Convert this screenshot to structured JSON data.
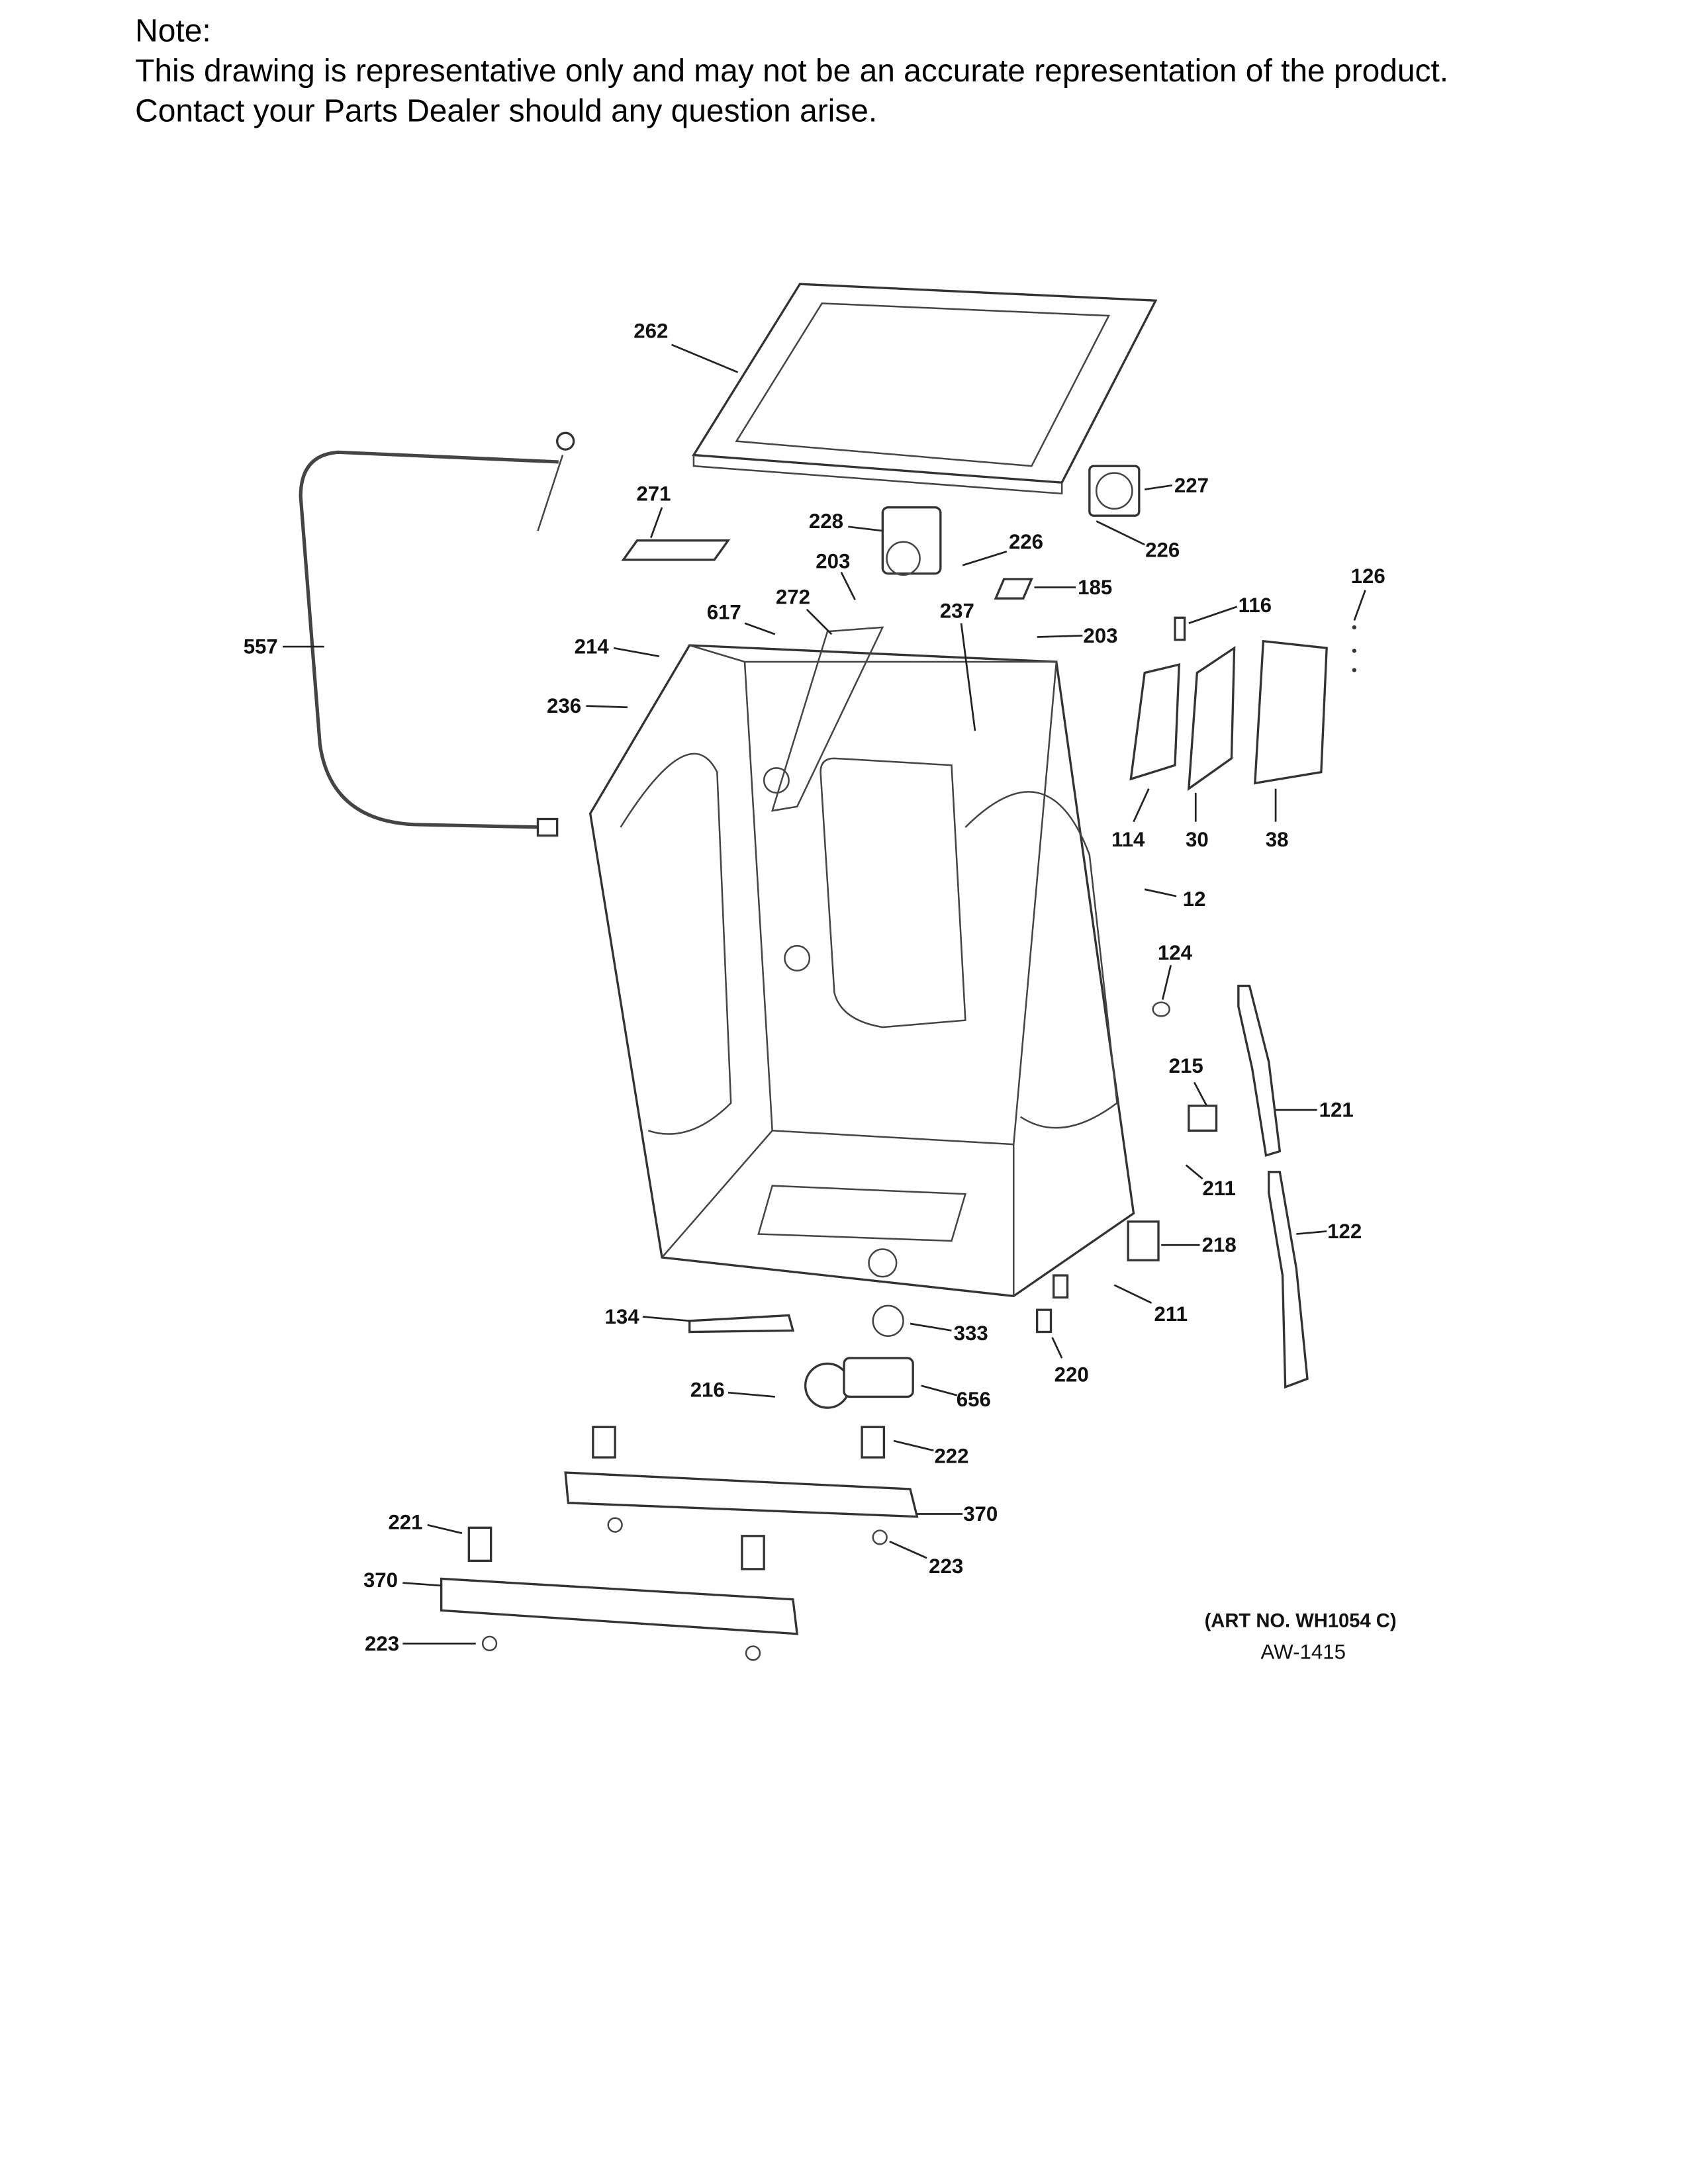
{
  "note": {
    "heading": "Note:",
    "line1": "This drawing is representative only and may not be an accurate representation of the product.",
    "line2": "Contact your Parts Dealer should any question arise."
  },
  "callouts": [
    "262",
    "271",
    "228",
    "203",
    "226",
    "227",
    "226",
    "185",
    "203",
    "126",
    "116",
    "272",
    "617",
    "237",
    "557",
    "214",
    "236",
    "114",
    "30",
    "38",
    "12",
    "124",
    "215",
    "121",
    "211",
    "122",
    "218",
    "211",
    "220",
    "134",
    "333",
    "216",
    "656",
    "222",
    "370",
    "221",
    "223",
    "370",
    "223"
  ],
  "footer": {
    "art_no": "(ART NO. WH1054 C)",
    "code": "AW-1415"
  }
}
